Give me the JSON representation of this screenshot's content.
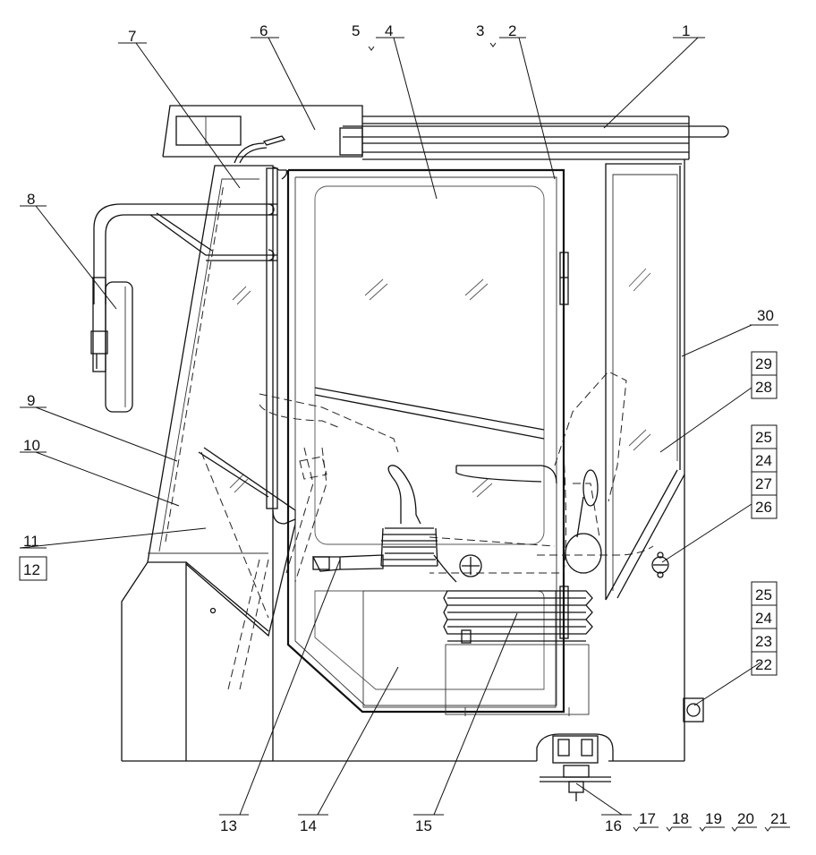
{
  "callouts": {
    "c1": "1",
    "c2": "2",
    "c3": "3",
    "c4": "4",
    "c5": "5",
    "c6": "6",
    "c7": "7",
    "c8": "8",
    "c9": "9",
    "c10": "10",
    "c11": "11",
    "c12": "12",
    "c13": "13",
    "c14": "14",
    "c15": "15",
    "c16": "16",
    "c17": "17",
    "c18": "18",
    "c19": "19",
    "c20": "20",
    "c21": "21",
    "c22": "22",
    "c23": "23",
    "c24a": "24",
    "c25a": "25",
    "c26": "26",
    "c27": "27",
    "c24b": "24",
    "c25b": "25",
    "c28": "28",
    "c29": "29",
    "c30": "30"
  }
}
